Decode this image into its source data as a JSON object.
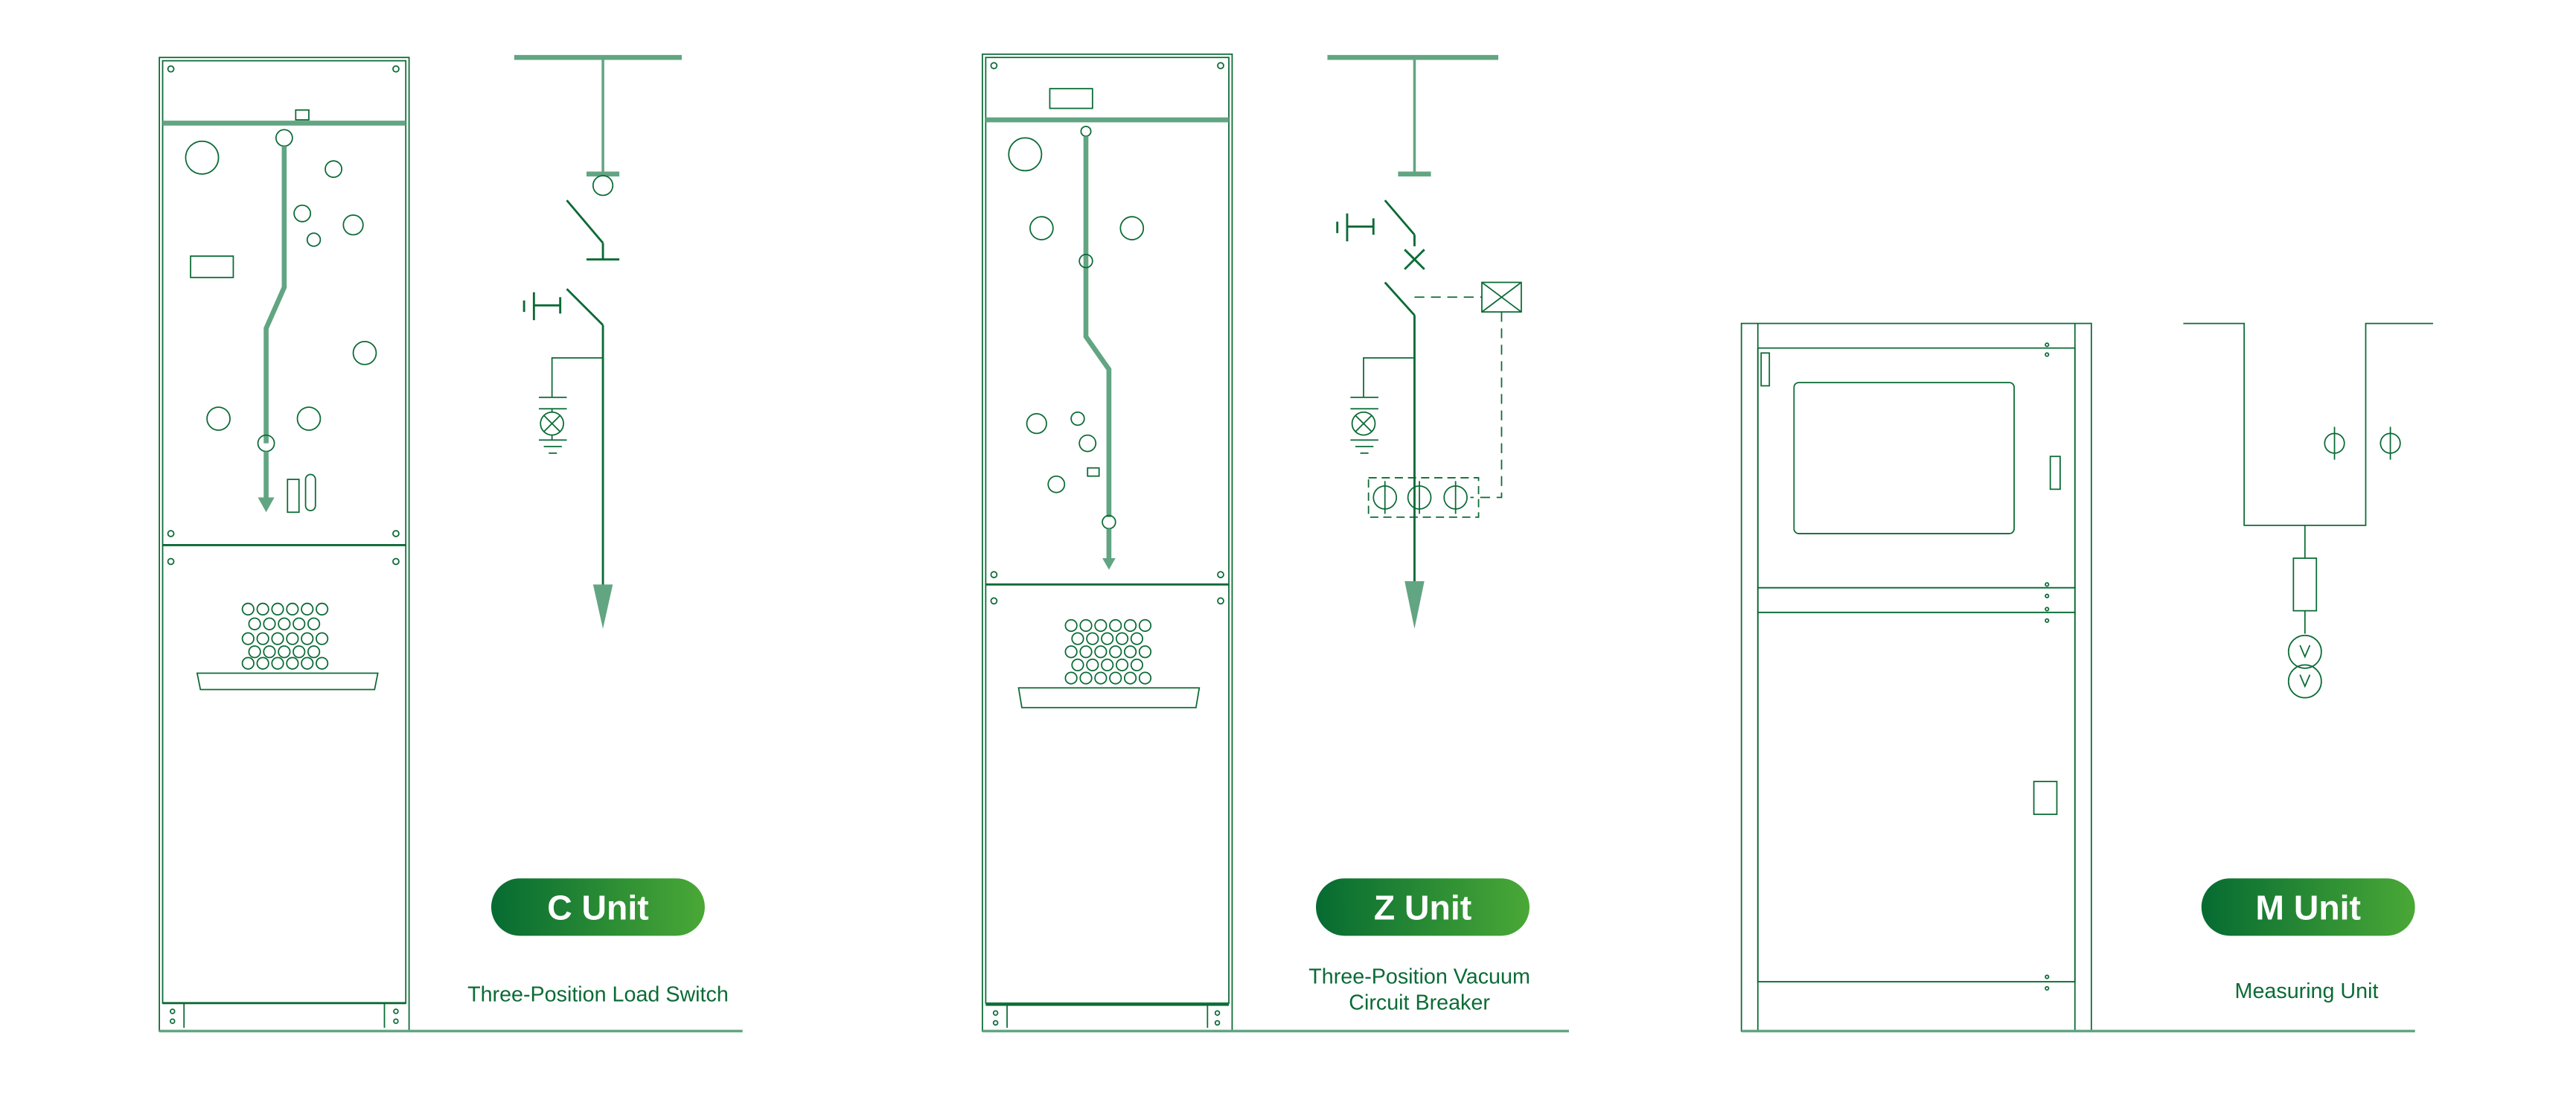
{
  "colors": {
    "line_dark": "#0b6b36",
    "line_light": "#62a582",
    "badge_start": "#066b32",
    "badge_end": "#4aa836"
  },
  "units": [
    {
      "badge": "C Unit",
      "subtitle": [
        "Three-Position Load Switch"
      ]
    },
    {
      "badge": "Z Unit",
      "subtitle": [
        "Three-Position Vacuum",
        "Circuit Breaker"
      ]
    },
    {
      "badge": "M Unit",
      "subtitle": [
        "Measuring Unit"
      ]
    }
  ]
}
